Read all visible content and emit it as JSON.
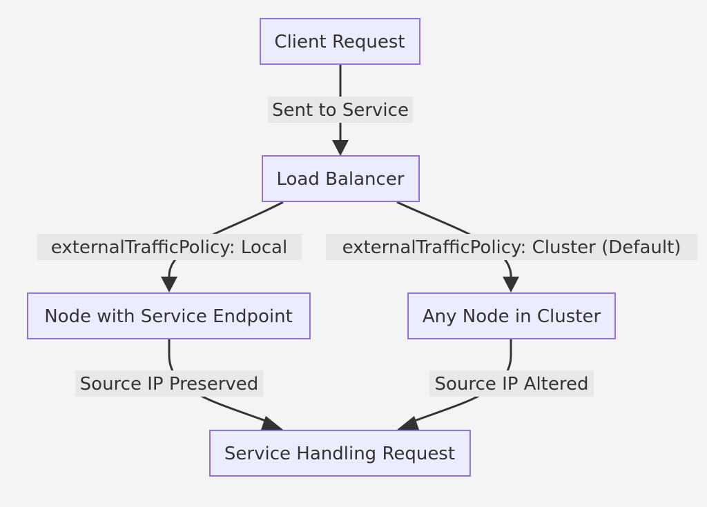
{
  "nodes": {
    "client_request": "Client Request",
    "load_balancer": "Load Balancer",
    "node_with_endpoint": "Node with Service Endpoint",
    "any_node": "Any Node in Cluster",
    "service_handling": "Service Handling Request"
  },
  "edges": {
    "sent_to_service": "Sent to Service",
    "policy_local": "externalTrafficPolicy: Local",
    "policy_cluster": "externalTrafficPolicy: Cluster (Default)",
    "source_ip_preserved": "Source IP Preserved",
    "source_ip_altered": "Source IP Altered"
  },
  "colors": {
    "background": "#f4f4f4",
    "node_fill": "#ececff",
    "node_border": "#9370db",
    "edge": "#333333",
    "label_background": "#e8e8e8",
    "text": "#333333"
  }
}
